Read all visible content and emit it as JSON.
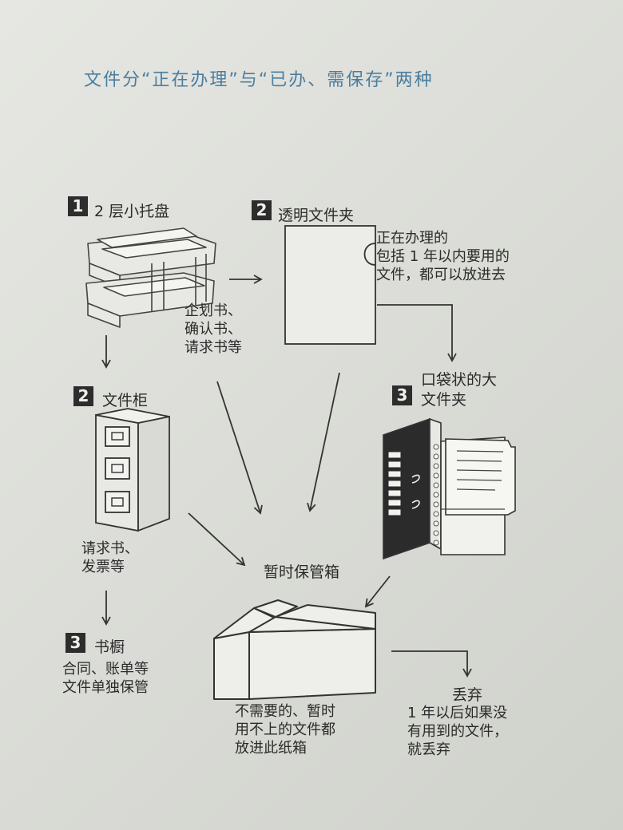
{
  "title": "文件分“正在办理”与“已办、需保存”两种",
  "top_left": {
    "number": "1",
    "label": "2 层小托盘",
    "desc": [
      "企划书、",
      "确认书、",
      "请求书等"
    ]
  },
  "top_right": {
    "number": "2",
    "label": "透明文件夹",
    "desc": [
      "正在办理的",
      "包括 1 年以内要用的",
      "文件，都可以放进去"
    ]
  },
  "pocket_folder": {
    "number": "3",
    "label": [
      "口袋状的大",
      "文件夹"
    ]
  },
  "cabinet": {
    "number": "2",
    "label": "文件柜",
    "desc": [
      "请求书、",
      "发票等"
    ]
  },
  "bookshelf": {
    "number": "3",
    "label": "书橱",
    "desc": [
      "合同、账单等",
      "文件单独保管"
    ]
  },
  "box": {
    "label": "暂时保管箱",
    "desc": [
      "不需要的、暂时",
      "用不上的文件都",
      "放进此纸箱"
    ]
  },
  "discard": {
    "label": "丢弃",
    "desc": [
      "1 年以后如果没",
      "有用到的文件，",
      "就丢弃"
    ]
  }
}
